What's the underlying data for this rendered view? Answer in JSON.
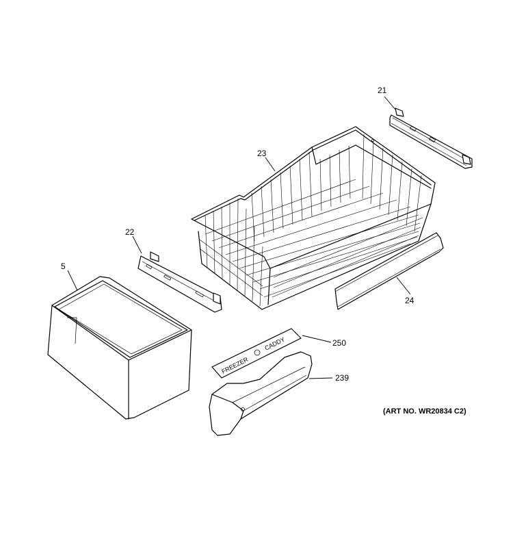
{
  "callouts": {
    "c21": "21",
    "c23": "23",
    "c22": "22",
    "c5": "5",
    "c24": "24",
    "c250": "250",
    "c239": "239"
  },
  "art_number": "(ART NO. WR20834 C2)",
  "caddy_label": {
    "left": "FREEZER",
    "right": "CADDY"
  }
}
